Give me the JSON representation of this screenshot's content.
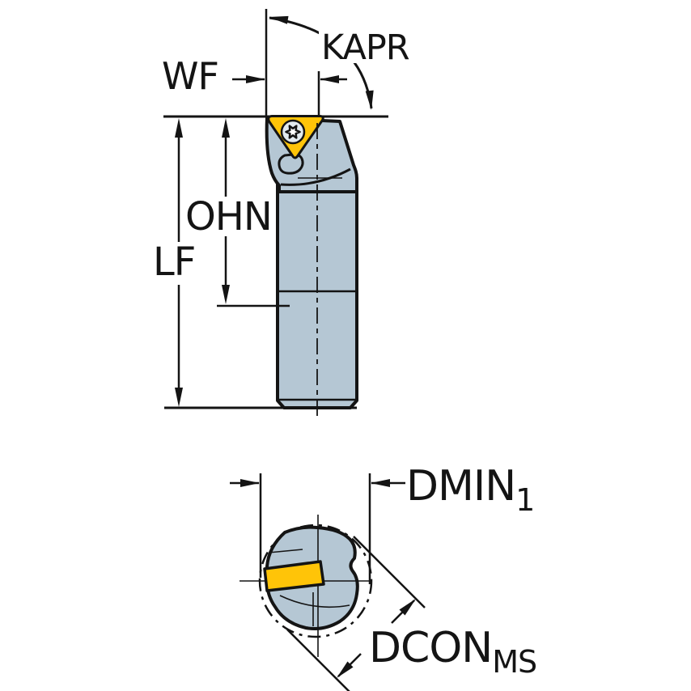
{
  "drawing": {
    "type": "technical-dimension-drawing",
    "views": [
      "side-view-tool-holder",
      "end-view-shank-section"
    ]
  },
  "labels": {
    "wf": "WF",
    "kapr": "KAPR",
    "ohn": "OHN",
    "lf": "LF",
    "dmin_main": "DMIN",
    "dmin_sub": "1",
    "dcon_main": "DCON",
    "dcon_sub": "MS"
  },
  "colors": {
    "line": "#141414",
    "holder_fill": "#b5c7d4",
    "insert_fill": "#ffc408",
    "screw_fill": "#e2eaef",
    "screw_star_fill": "#ffffff",
    "background": "#ffffff"
  }
}
